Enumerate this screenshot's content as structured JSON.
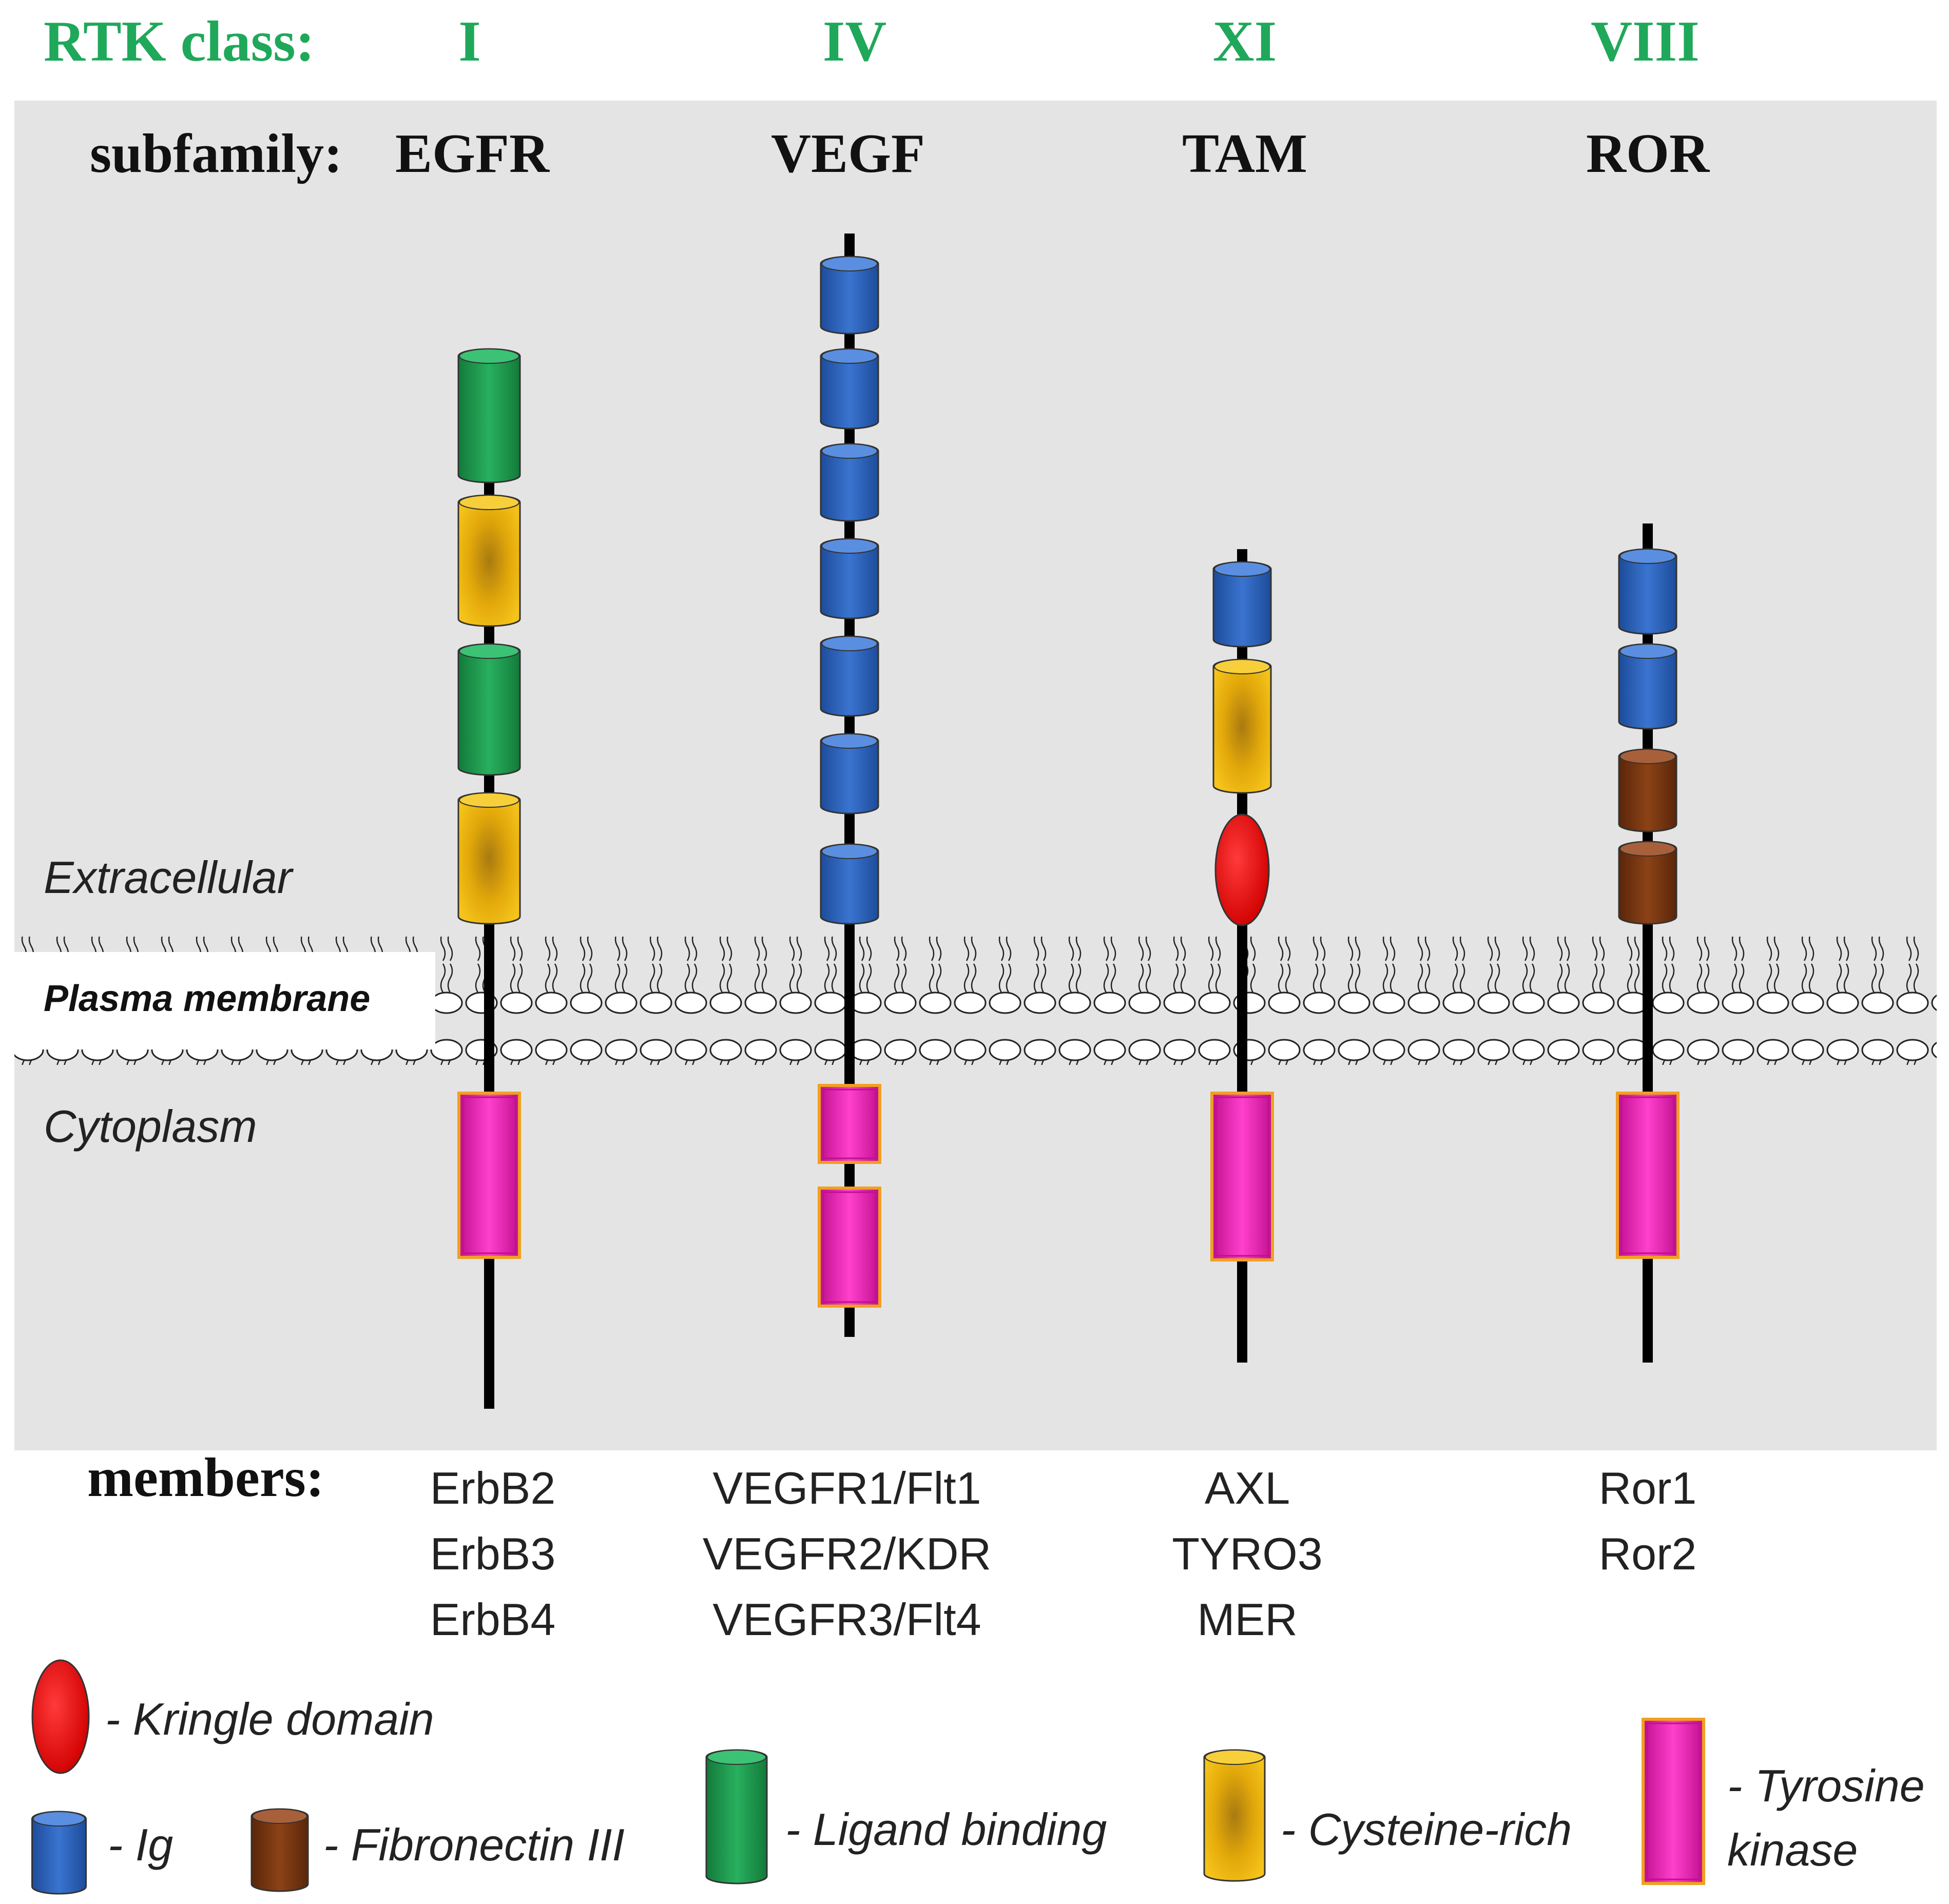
{
  "header": {
    "class_label": "RTK class:",
    "subfamily_label": "subfamily:",
    "members_label": "members:"
  },
  "regions": {
    "extracellular": "Extracellular",
    "membrane": "Plasma membrane",
    "cytoplasm": "Cytoplasm"
  },
  "receptors": [
    {
      "class": "I",
      "subfamily": "EGFR",
      "members": [
        "ErbB2",
        "ErbB3",
        "ErbB4"
      ]
    },
    {
      "class": "IV",
      "subfamily": "VEGF",
      "members": [
        "VEGFR1/Flt1",
        "VEGFR2/KDR",
        "VEGFR3/Flt4"
      ]
    },
    {
      "class": "XI",
      "subfamily": "TAM",
      "members": [
        "AXL",
        "TYRO3",
        "MER"
      ]
    },
    {
      "class": "VIII",
      "subfamily": "ROR",
      "members": [
        "Ror1",
        "Ror2"
      ]
    }
  ],
  "legend": {
    "kringle": "- Kringle domain",
    "ig": "- Ig",
    "fibronectin": "- Fibronectin III",
    "ligand": "- Ligand binding",
    "cysteine": "- Cysteine-rich",
    "tk_line1": "- Tyrosine",
    "tk_line2": "kinase"
  },
  "colors": {
    "class_green": "#1fa85a",
    "panel_gray": "#e4e4e4",
    "ig_blue": "#2a5fb8",
    "ligand_green": "#1e9a4e",
    "cysteine_yellow": "#e8b10a",
    "fibronectin_brown": "#7a3510",
    "kringle_red": "#e81010",
    "kinase_magenta": "#ea1ab0",
    "kinase_border": "#f0a020"
  }
}
